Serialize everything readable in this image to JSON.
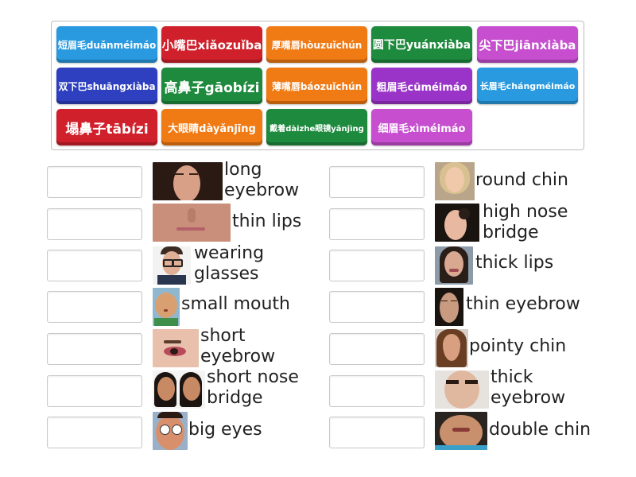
{
  "tiles": [
    {
      "text": "短眉毛duǎnméimáo",
      "color": "#2a9ae0"
    },
    {
      "text": "小嘴巴xiǎozuǐba",
      "color": "#d0202c"
    },
    {
      "text": "厚嘴唇hòuzuǐchún",
      "color": "#f07a14"
    },
    {
      "text": "圆下巴yuánxiàba",
      "color": "#1e8a3e"
    },
    {
      "text": "尖下巴jiānxiàba",
      "color": "#c64ecf"
    },
    {
      "text": "双下巴shuāngxiàba",
      "color": "#2e3fbf"
    },
    {
      "text": "高鼻子gāobízi",
      "color": "#1e8a3e"
    },
    {
      "text": "薄嘴唇báozuǐchún",
      "color": "#f07a14"
    },
    {
      "text": "粗眉毛cūméimáo",
      "color": "#9a34c8"
    },
    {
      "text": "长眉毛chángméimáo",
      "color": "#2a9ae0"
    },
    {
      "text": "塌鼻子tābízi",
      "color": "#d0202c"
    },
    {
      "text": "大眼睛dàyǎnjīng",
      "color": "#f07a14"
    },
    {
      "text": "戴着dàizhe眼镜yǎnjìng",
      "color": "#1e8a3e"
    },
    {
      "text": "细眉毛xìméimáo",
      "color": "#c64ecf"
    }
  ],
  "left_items": [
    {
      "line1": "long",
      "line2": "eyebrow",
      "image": "face-long-eyebrow"
    },
    {
      "line1": "thin lips",
      "line2": "",
      "image": "face-thin-lips"
    },
    {
      "line1": "wearing",
      "line2": "glasses",
      "image": "face-wearing-glasses"
    },
    {
      "line1": "small mouth",
      "line2": "",
      "image": "face-small-mouth"
    },
    {
      "line1": "short",
      "line2": "eyebrow",
      "image": "face-short-eyebrow"
    },
    {
      "line1": "short nose",
      "line2": "bridge",
      "image": "face-short-nose-bridge"
    },
    {
      "line1": "big eyes",
      "line2": "",
      "image": "face-big-eyes"
    }
  ],
  "right_items": [
    {
      "line1": "round chin",
      "line2": "",
      "image": "face-round-chin"
    },
    {
      "line1": "high nose",
      "line2": "bridge",
      "image": "face-high-nose-bridge"
    },
    {
      "line1": "thick lips",
      "line2": "",
      "image": "face-thick-lips"
    },
    {
      "line1": "thin eyebrow",
      "line2": "",
      "image": "face-thin-eyebrow"
    },
    {
      "line1": "pointy chin",
      "line2": "",
      "image": "face-pointy-chin"
    },
    {
      "line1": "thick",
      "line2": "eyebrow",
      "image": "face-thick-eyebrow"
    },
    {
      "line1": "double chin",
      "line2": "",
      "image": "face-double-chin"
    }
  ]
}
